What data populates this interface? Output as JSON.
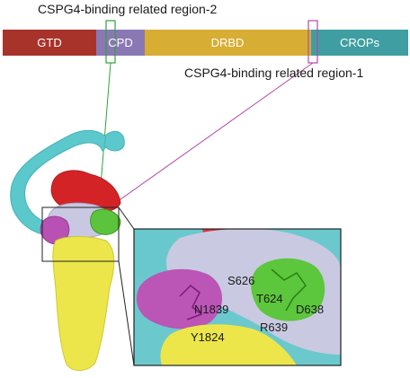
{
  "domains": [
    {
      "label": "GTD",
      "color": "#a8332b"
    },
    {
      "label": "CPD",
      "color": "#8a78b4"
    },
    {
      "label": "DRBD",
      "color": "#d7ad34"
    },
    {
      "label": "CROPs",
      "color": "#3f9ea1"
    }
  ],
  "regions": {
    "region2": {
      "label": "CSPG4-binding related region-2",
      "color": "#2fa33a"
    },
    "region1": {
      "label": "CSPG4-binding related region-1",
      "color": "#b14aa8"
    }
  },
  "residues": {
    "s626": "S626",
    "t624": "T624",
    "d638": "D638",
    "r639": "R639",
    "n1839": "N1839",
    "y1824": "Y1824"
  },
  "structure_colors": {
    "crops": "#5bc8cc",
    "gtd": "#d42326",
    "cpd": "#c9c8e3",
    "drbd": "#ece64a",
    "region1_surface": "#b950b4",
    "region2_surface": "#5cc43c"
  }
}
